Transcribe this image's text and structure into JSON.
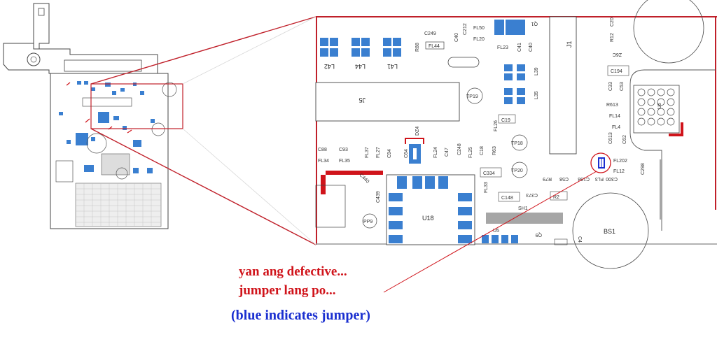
{
  "annotation": {
    "line1": "yan ang defective...",
    "line2": "jumper lang po...",
    "line3": "(blue indicates jumper)"
  },
  "colors": {
    "highlight": "#d0141b",
    "jumper": "#1a2fd0",
    "component": "#3a7fd0",
    "outline": "#333333"
  },
  "labels": {
    "L42": "L42",
    "L44": "L44",
    "L41": "L41",
    "R88": "R88",
    "FL44": "FL44",
    "C249": "C249",
    "C40": "C40",
    "C212": "C212",
    "FL50": "FL50",
    "FL20": "FL20",
    "Q1": "Q1",
    "FL23": "FL23",
    "C41": "C41",
    "C40b": "C40",
    "L39": "L39",
    "L35": "L35",
    "J1": "J1",
    "C20": "C20",
    "R12": "R12",
    "Z6C": "Z6C",
    "C194": "C194",
    "C33": "C33",
    "C53": "C53",
    "R613": "R613",
    "FL14": "FL14",
    "FL4": "FL4",
    "U6": "U6",
    "J5": "J5",
    "TP19": "TP19",
    "C19": "C19",
    "FL26": "FL26",
    "TP18": "TP18",
    "TP20": "TP20",
    "DZ4": "DZ4",
    "C88": "C88",
    "C93": "C93",
    "FL34": "FL34",
    "FL35": "FL35",
    "FL37": "FL37",
    "FL27": "FL27",
    "C94": "C94",
    "C64": "C64",
    "FL24": "FL24",
    "C47": "C47",
    "C248": "C248",
    "FL25": "FL25",
    "C18": "C18",
    "R63": "R63",
    "C334": "C334",
    "C440": "C440",
    "C439": "C439",
    "U18": "U18",
    "PP9": "PP9",
    "FL33": "FL33",
    "C148": "C148",
    "C373": "C373",
    "R79": "R79",
    "C58": "C58",
    "C198": "C198",
    "FL3": "FL3",
    "C300": "C300",
    "FL12": "FL12",
    "FL202": "FL202",
    "C298": "C298",
    "R2": "R2",
    "SH1": "SH1",
    "U5": "U5",
    "Q9": "Q9",
    "BS1": "BS1",
    "C4": "C4",
    "C613": "C613",
    "C62": "C62"
  }
}
